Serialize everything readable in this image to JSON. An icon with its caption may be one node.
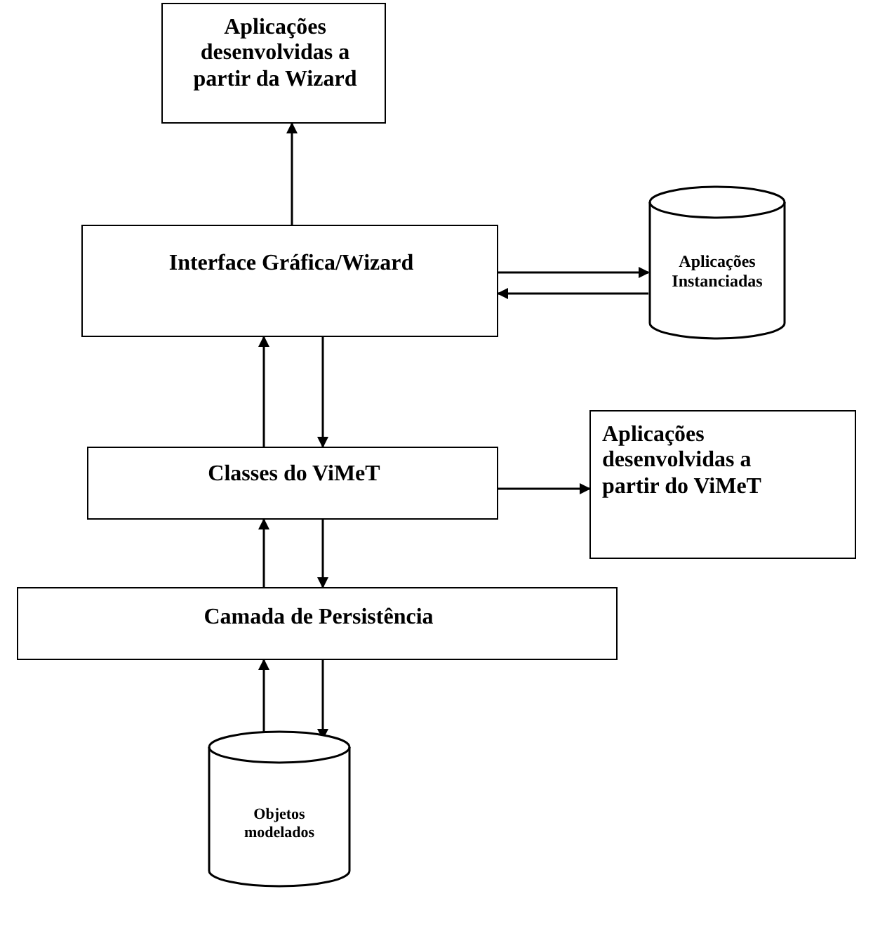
{
  "diagram": {
    "nodes": [
      {
        "text": [
          "Aplicações desenvolvidas a partir da Wizard"
        ]
      },
      {
        "text": [
          "Interface Gráfica/Wizard"
        ]
      },
      {
        "text": [
          "Aplicações Instanciadas"
        ]
      },
      {
        "text": [
          "Classes do ViMeT"
        ]
      },
      {
        "text": [
          "Aplicações desenvolvidas a partir do ViMeT"
        ]
      },
      {
        "text": [
          "Camada de Persistência"
        ]
      },
      {
        "text": [
          "Objetos modelados"
        ]
      }
    ],
    "edges": [
      {
        "from": 1,
        "to": 0,
        "arrow": "to"
      },
      {
        "from": 1,
        "to": 2,
        "arrow": "to"
      },
      {
        "from": 2,
        "to": 1,
        "arrow": "to"
      },
      {
        "from": 3,
        "to": 1,
        "arrow": "to"
      },
      {
        "from": 1,
        "to": 3,
        "arrow": "to"
      },
      {
        "from": 3,
        "to": 4,
        "arrow": "to"
      },
      {
        "from": 5,
        "to": 3,
        "arrow": "to"
      },
      {
        "from": 3,
        "to": 5,
        "arrow": "to"
      },
      {
        "from": 6,
        "to": 5,
        "arrow": "to"
      },
      {
        "from": 5,
        "to": 6,
        "arrow": "to"
      }
    ]
  }
}
